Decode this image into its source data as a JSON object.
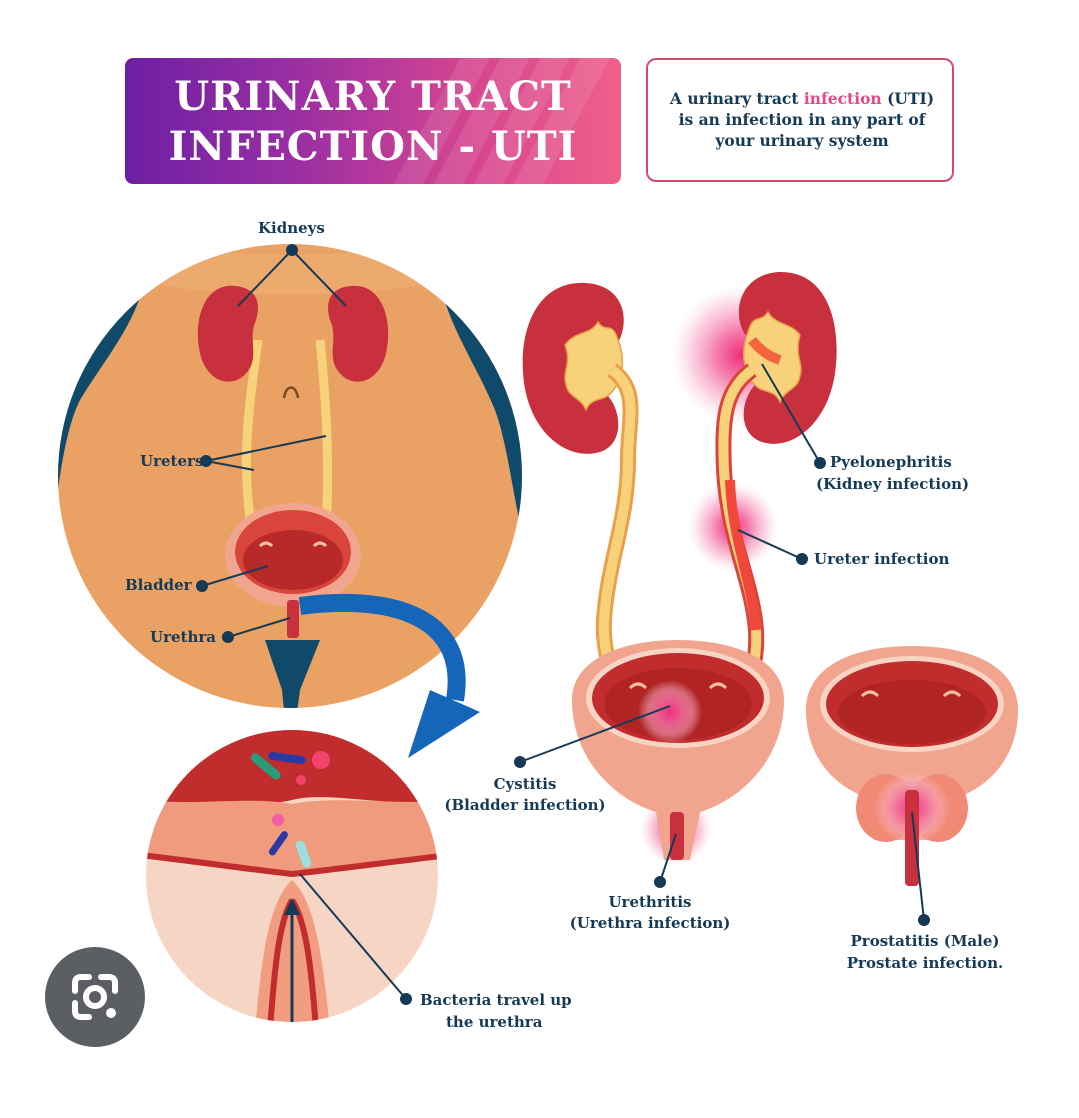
{
  "title": {
    "line1": "URINARY TRACT",
    "line2": "INFECTION - UTI"
  },
  "definition": {
    "part1": "A urinary tract ",
    "highlight": "infection",
    "part2": " (UTI)",
    "line2": "is an infection in any part of",
    "line3": "your urinary system"
  },
  "labels": {
    "kidneys": "Kidneys",
    "ureters": "Ureters",
    "bladder": "Bladder",
    "urethra": "Urethra",
    "pyelonephritis": "Pyelonephritis",
    "pyelonephritis_sub": "(Kidney infection)",
    "ureter_infection": "Ureter infection",
    "cystitis": "Cystitis",
    "cystitis_sub": "(Bladder infection)",
    "urethritis": "Urethritis",
    "urethritis_sub": "(Urethra infection)",
    "prostatitis": "Prostatitis (Male)",
    "prostatitis_sub": "Prostate infection.",
    "bacteria": "Bacteria travel up",
    "bacteria_sub": "the urethra"
  },
  "icons": {
    "lens": "google-lens-icon"
  },
  "colors": {
    "navy": "#153a56",
    "kidney": "#c8303e",
    "ureter": "#f7d27a",
    "skin": "#eaa264",
    "inflame": "#f25c9a",
    "arrow": "#1565b8"
  }
}
